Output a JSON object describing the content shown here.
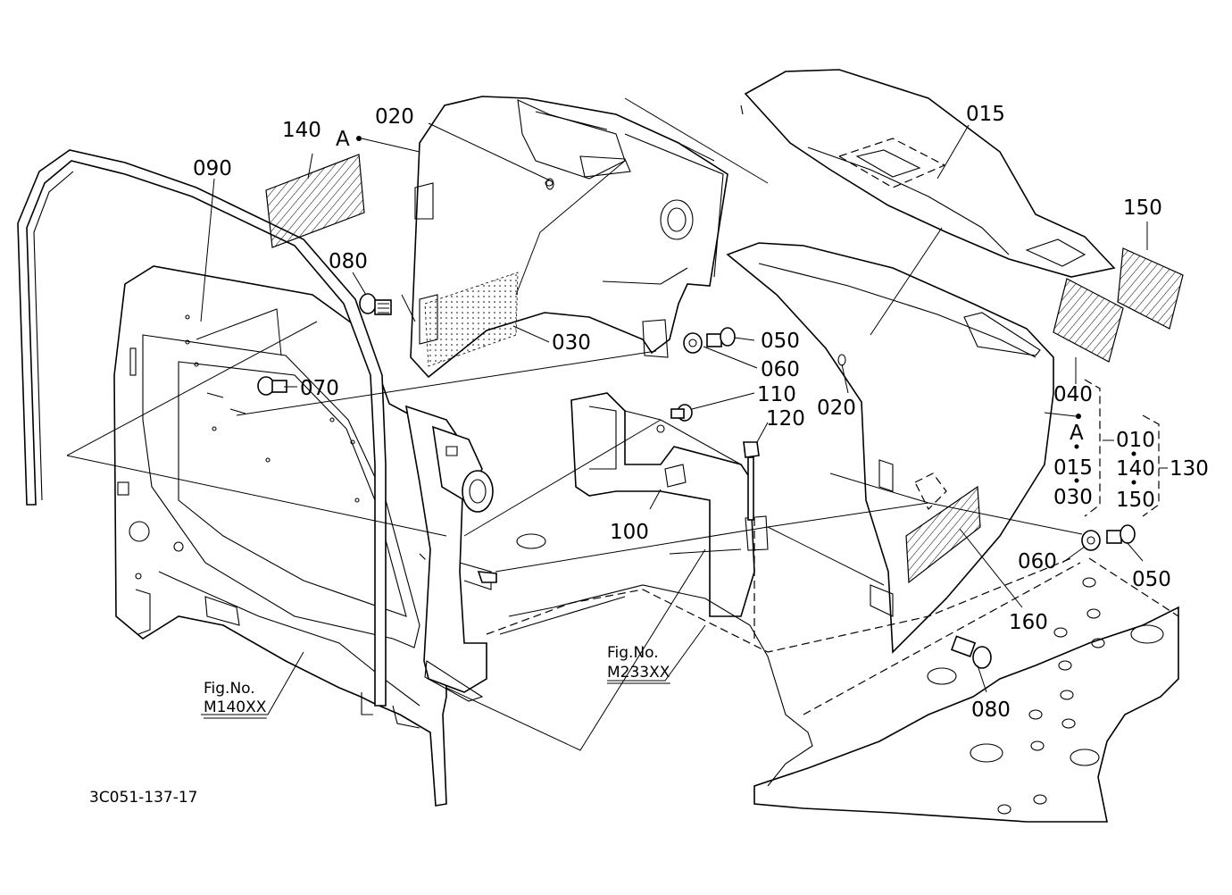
{
  "drawing_number": "3C051-137-17",
  "callouts": [
    {
      "key": "c140a",
      "text": "140"
    },
    {
      "key": "cA1",
      "text": "A"
    },
    {
      "key": "c020a",
      "text": "020"
    },
    {
      "key": "c015a",
      "text": "015"
    },
    {
      "key": "c150a",
      "text": "150"
    },
    {
      "key": "c090",
      "text": "090"
    },
    {
      "key": "c080a",
      "text": "080"
    },
    {
      "key": "c030a",
      "text": "030"
    },
    {
      "key": "c050a",
      "text": "050"
    },
    {
      "key": "c060a",
      "text": "060"
    },
    {
      "key": "c070",
      "text": "070"
    },
    {
      "key": "c110",
      "text": "110"
    },
    {
      "key": "c120",
      "text": "120"
    },
    {
      "key": "c020b",
      "text": "020"
    },
    {
      "key": "c040",
      "text": "040"
    },
    {
      "key": "cA2",
      "text": "A"
    },
    {
      "key": "c010",
      "text": "010"
    },
    {
      "key": "c015b",
      "text": "015"
    },
    {
      "key": "c140b",
      "text": "140"
    },
    {
      "key": "c130",
      "text": "130"
    },
    {
      "key": "c030b",
      "text": "030"
    },
    {
      "key": "c150b",
      "text": "150"
    },
    {
      "key": "c100",
      "text": "100"
    },
    {
      "key": "c060b",
      "text": "060"
    },
    {
      "key": "c050b",
      "text": "050"
    },
    {
      "key": "c160",
      "text": "160"
    },
    {
      "key": "c080b",
      "text": "080"
    }
  ],
  "figure_refs": [
    {
      "line1": "Fig.No.",
      "line2": "M140XX"
    },
    {
      "line1": "Fig.No.",
      "line2": "M233XX"
    }
  ]
}
